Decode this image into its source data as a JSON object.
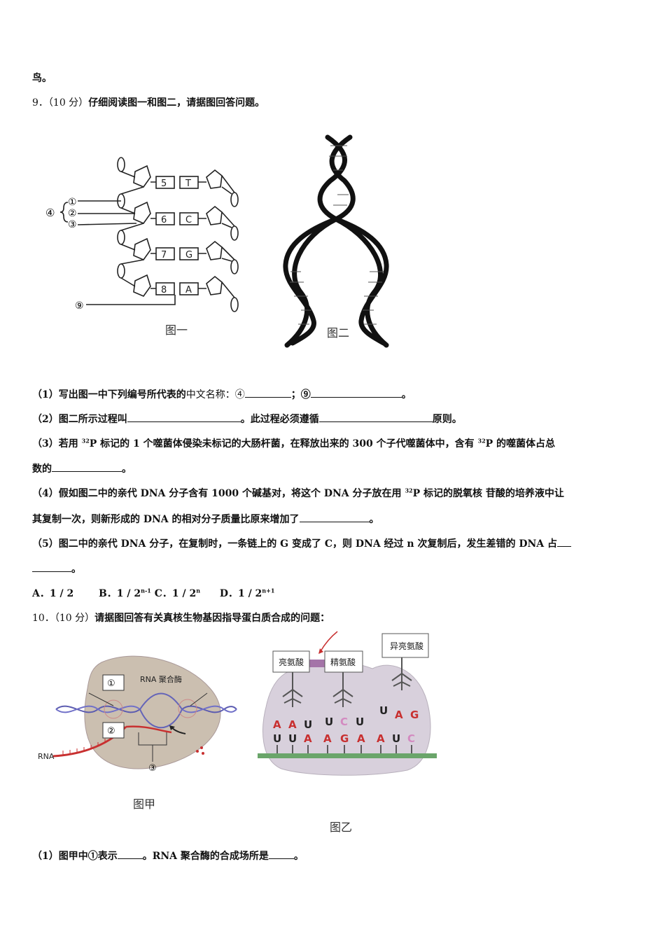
{
  "page": {
    "tail": "鸟。",
    "q9": {
      "number": "9．",
      "score": "（10 分）",
      "stem": "仔细阅读图一和图二，请据图回答问题。",
      "fig1": {
        "caption": "图一",
        "bracket_label": "④",
        "labels": [
          "①",
          "②",
          "③"
        ],
        "bottom_label": "⑨",
        "nums": [
          "5",
          "6",
          "7",
          "8"
        ],
        "bases": [
          "T",
          "C",
          "G",
          "A"
        ]
      },
      "fig2": {
        "caption": "图二"
      },
      "sub1_a": "（1）写出图一中下列编号所代表的",
      "sub1_b": "中文名称：④",
      "sub1_c": "；⑨",
      "sub1_d": "。",
      "sub2_a": "（2）图二所示过程叫",
      "sub2_b": "。此过程必须遵循",
      "sub2_c": "原则。",
      "sub3_a": "（3）若用 ",
      "sub3_sup": "32",
      "sub3_b": "P 标记的 1 个噬菌体侵染未标记的大肠杆菌，在释放出来的 300 个子代噬菌体中，含有 ",
      "sub3_c": "P 的噬菌体占总",
      "sub3_d": "数的",
      "sub3_e": "。",
      "sub4_a": "（4）假如图二中的亲代 DNA 分子含有 1000 个碱基对，将这个 DNA 分子放在用 ",
      "sub4_b": "P 标记的脱氧核 苷酸的培养液中让",
      "sub4_c": "其复制一次，则新形成的 DNA 的相对分子质量比原来增加了",
      "sub4_d": "。",
      "sub5_a": "（5）图二中的亲代 DNA 分子，在复制时，一条链上的 G 变成了 C，则 DNA 经过 n 次复制后，发生差错的 DNA 占",
      "sub5_end": "。",
      "options": {
        "a": "A．1 / 2",
        "b": "B．1 / 2",
        "b_sup": "n-1",
        "c": "C．1 / 2",
        "c_sup": "n",
        "d": "D．1 / 2",
        "d_sup": "n+1"
      }
    },
    "q10": {
      "number": "10．",
      "score": "（10 分）",
      "stem": "请据图回答有关真核生物基因指导蛋白质合成的问题：",
      "figA": {
        "caption": "图甲",
        "enzyme_label": "RNA 聚合酶",
        "rna_label": "RNA",
        "labels": [
          "①",
          "②",
          "③"
        ]
      },
      "figB": {
        "caption": "图乙",
        "amino1": "亮氨酸",
        "amino2": "精氨酸",
        "amino3": "异亮氨酸",
        "anticodon1": [
          "A",
          "A",
          "U"
        ],
        "anticodon2": [
          "U",
          "C",
          "U"
        ],
        "anticodon3": [
          "U",
          "A",
          "G"
        ],
        "codons": [
          "U",
          "U",
          "A",
          "A",
          "G",
          "A",
          "A",
          "U",
          "C"
        ]
      },
      "sub1_a": "（1）图甲中①表示",
      "sub1_b": "。RNA 聚合酶的合成场所是",
      "sub1_c": "。"
    }
  }
}
